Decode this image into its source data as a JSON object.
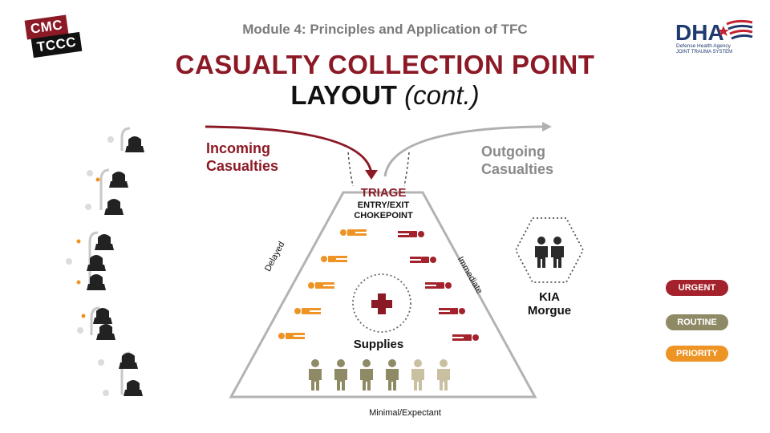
{
  "header": {
    "logo_line1": "CMC",
    "logo_line2": "TCCC",
    "module": "Module 4: Principles and Application of TFC",
    "title": "CASUALTY COLLECTION POINT",
    "subtitle_bold": "LAYOUT",
    "subtitle_italic": "(cont.)",
    "dha_text": "DHA",
    "dha_line1": "Defense Health Agency",
    "dha_line2": "JOINT TRAUMA SYSTEM"
  },
  "flows": {
    "incoming": "Incoming Casualties",
    "outgoing": "Outgoing Casualties"
  },
  "triage": {
    "label": "TRIAGE",
    "entry_line1": "ENTRY/EXIT",
    "entry_line2": "CHOKEPOINT"
  },
  "zones": {
    "delayed": "Delayed",
    "immediate": "Immediate",
    "minimal": "Minimal/Expectant",
    "supplies": "Supplies"
  },
  "kia": {
    "line1": "KIA",
    "line2": "Morgue"
  },
  "legend": [
    {
      "label": "URGENT",
      "color": "#a4222c"
    },
    {
      "label": "ROUTINE",
      "color": "#8f8a66"
    },
    {
      "label": "PRIORITY",
      "color": "#ee9424"
    }
  ],
  "colors": {
    "urgent": "#a4222c",
    "priority": "#ee9424",
    "routine": "#8f8a66",
    "routine_light": "#c9bfa1",
    "brand": "#8c1a26"
  }
}
